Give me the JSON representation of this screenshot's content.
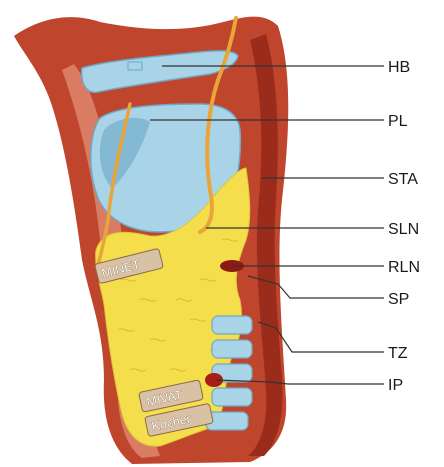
{
  "labels": {
    "hb": "HB",
    "pl": "PL",
    "sta": "STA",
    "sln": "SLN",
    "rln": "RLN",
    "sp": "SP",
    "tz": "TZ",
    "ip": "IP"
  },
  "approach_tags": {
    "minet": "MINET",
    "mivat": "MIVAT",
    "kocher": "Kocher"
  },
  "colors": {
    "muscle": "#c0452d",
    "muscle_dark": "#9b2c1c",
    "muscle_light": "#e08a70",
    "cartilage": "#a9d3e6",
    "cartilage_dark": "#6da9c6",
    "thyroid_yellow": "#f4de4c",
    "nerve": "#e9a43a",
    "leader": "#333333",
    "tag_fill": "#d8c1a4"
  }
}
